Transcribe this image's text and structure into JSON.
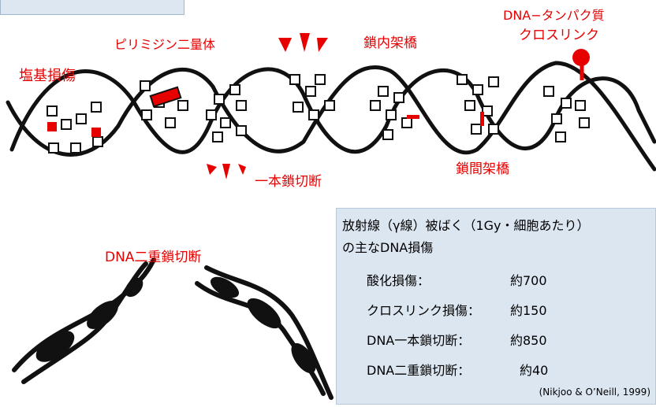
{
  "labels": {
    "base_damage": "塩基損傷",
    "pyrimidine_dimer": "ピリミジン二量体",
    "intrastrand_crosslink": "鎖内架橋",
    "dna_protein_crosslink_line1": "DNA−タンパク質",
    "dna_protein_crosslink_line2": "クロスリンク",
    "single_strand_break": "一本鎖切断",
    "interstrand_crosslink": "鎖間架橋",
    "double_strand_break": "DNA二重鎖切断"
  },
  "info": {
    "title_line1": "放射線（γ線）被ばく（1Gy・細胞あたり）",
    "title_line2": "の主なDNA損傷",
    "rows": [
      {
        "label": "酸化損傷：",
        "value": "約700"
      },
      {
        "label": "クロスリンク損傷：",
        "value": "約150"
      },
      {
        "label": "DNA一本鎖切断：",
        "value": "約850"
      },
      {
        "label": "DNA二重鎖切断：",
        "value": "約40"
      }
    ],
    "citation": "(Nikjoo & O’Neill, 1999)"
  },
  "colors": {
    "accent": "#e60000",
    "box": "#dce6f1"
  }
}
